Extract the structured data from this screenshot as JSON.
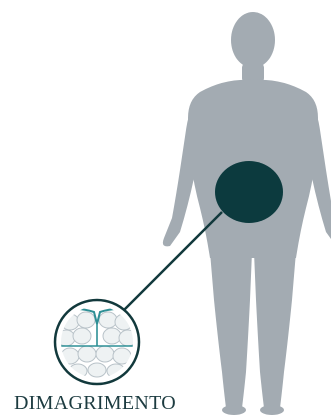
{
  "caption": "DIMAGRIMENTO",
  "colors": {
    "body": "#a3abb2",
    "spot": "#0c3a3e",
    "line": "#12393c",
    "cell_fill": "#eef2f3",
    "cell_stroke": "#b9c3c9",
    "membrane": "#2d8f95"
  },
  "icons": {
    "silhouette": "human-silhouette",
    "spot": "abdomen-target-spot",
    "cells": "fat-cells-icon"
  }
}
